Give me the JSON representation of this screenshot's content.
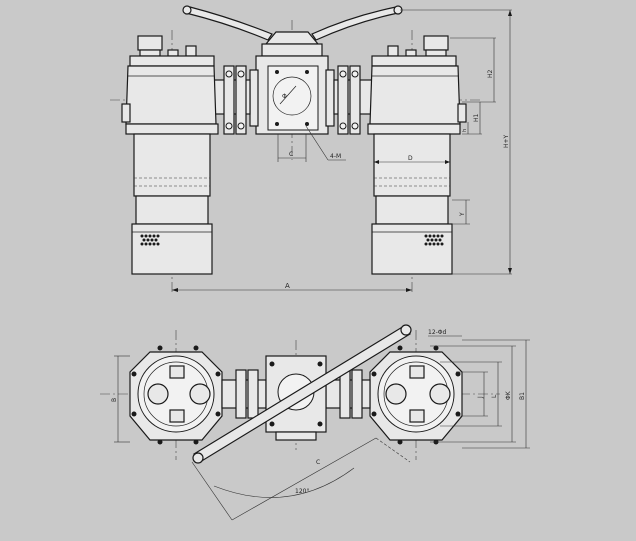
{
  "labels": {
    "dim_A": "A",
    "dim_C": "C",
    "dim_D": "D",
    "dim_d": "d",
    "dim_B": "B",
    "dim_B1": "B1",
    "dim_H1": "H1",
    "dim_H2": "H2",
    "dim_HY": "H+Y",
    "dim_Y": "Y",
    "dim_h": "h",
    "dim_J": "J",
    "dim_L": "L",
    "dim_phiK": "ΦK",
    "dim_phi": "Φ",
    "bolts_4M": "4-M",
    "holes_12phi": "12-Φd",
    "angle_120": "120°"
  }
}
